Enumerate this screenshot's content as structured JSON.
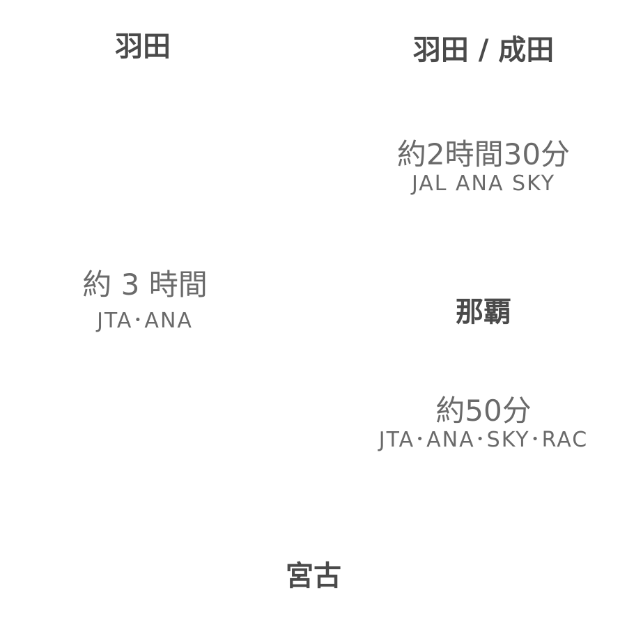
{
  "nodes": {
    "haneda": "羽田",
    "haneda_narita": "羽田 / 成田",
    "naha": "那覇",
    "miyako": "宮古"
  },
  "routes": {
    "haneda_miyako": {
      "duration": "約 3 時間",
      "carriers": "JTA･ANA"
    },
    "tokyo_naha": {
      "duration": "約2時間30分",
      "carriers": "JAL ANA SKY"
    },
    "naha_miyako": {
      "duration": "約50分",
      "carriers": "JTA･ANA･SKY･RAC"
    }
  }
}
